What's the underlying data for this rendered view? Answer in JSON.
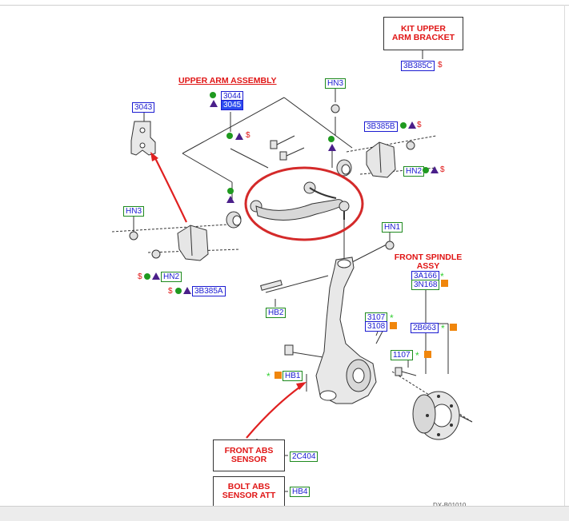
{
  "titles": {
    "kit_upper_arm_bracket": [
      "KIT UPPER",
      "ARM BRACKET"
    ],
    "upper_arm_assembly": "UPPER ARM ASSEMBLY",
    "front_spindle_assy": [
      "FRONT SPINDLE",
      "ASSY"
    ],
    "front_abs_sensor": [
      "FRONT ABS",
      "SENSOR"
    ],
    "bolt_abs_sensor_att": [
      "BOLT ABS",
      "SENSOR ATT"
    ]
  },
  "parts": {
    "p3b385c": "3B385C",
    "p3044": "3044",
    "p3045": "3045",
    "hn3_top": "HN3",
    "p3043": "3043",
    "p3b385b": "3B385B",
    "hn2_right": "HN2",
    "hn3_left": "HN3",
    "hn2_left": "HN2",
    "p3b385a": "3B385A",
    "hn1": "HN1",
    "p3a166": "3A166",
    "p3n168": "3N168",
    "hb2": "HB2",
    "p3107": "3107",
    "p3108": "3108",
    "p2b663": "2B663",
    "p1107": "1107",
    "hb1": "HB1",
    "p2c404": "2C404",
    "hb4": "HB4"
  },
  "symbols": {
    "dollar": "$",
    "star": "*"
  },
  "colors": {
    "red_title": "#e01515",
    "blue_label": "#1b1bd1",
    "green_box": "#1e8a1e",
    "highlight_circle": "#d42a2a",
    "arrow_red": "#e02020",
    "green_dot": "#1f9a1f",
    "purple_triangle": "#4a1f8a",
    "orange_square": "#f0860c",
    "green_star": "#33d033"
  },
  "footer": {
    "page_code": "DX-B01010"
  }
}
